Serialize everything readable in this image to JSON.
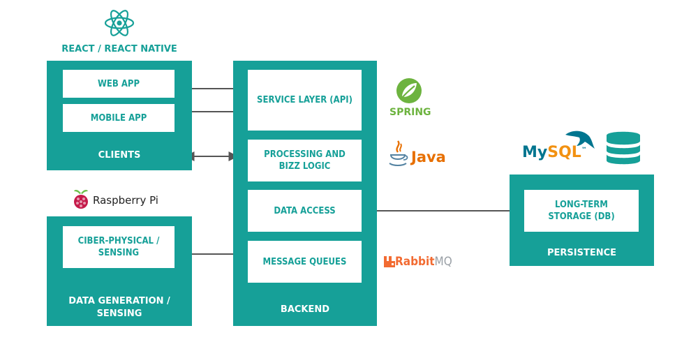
{
  "clients": {
    "heading": "REACT / REACT NATIVE",
    "boxes": [
      "WEB APP",
      "MOBILE APP"
    ],
    "label": "CLIENTS"
  },
  "data_generation": {
    "logo_text": "Raspberry Pi",
    "boxes": [
      "CIBER-PHYSICAL /\nSENSING"
    ],
    "label": "DATA GENERATION /\nSENSING"
  },
  "backend": {
    "boxes": [
      "SERVICE LAYER (API)",
      "PROCESSING AND\nBIZZ LOGIC",
      "DATA ACCESS",
      "MESSAGE QUEUES"
    ],
    "label": "BACKEND"
  },
  "persistence": {
    "boxes": [
      "LONG-TERM\nSTORAGE (DB)"
    ],
    "label": "PERSISTENCE"
  },
  "logos": {
    "spring": "SPRING",
    "java": "Java",
    "rabbit_bold": "Rabbit",
    "rabbit_light": "MQ",
    "mysql_my": "My",
    "mysql_sql": "SQL",
    "mysql_tm": "™"
  },
  "colors": {
    "teal": "#16a098",
    "arrow": "#555555",
    "spring_green": "#6db33f",
    "java_red": "#e76f00",
    "java_blue": "#5382a1",
    "rabbit_orange": "#f26b32",
    "mysql_blue": "#00758f",
    "mysql_orange": "#f29111",
    "raspberry_red": "#c51a4a",
    "raspberry_green": "#6cc04a"
  }
}
